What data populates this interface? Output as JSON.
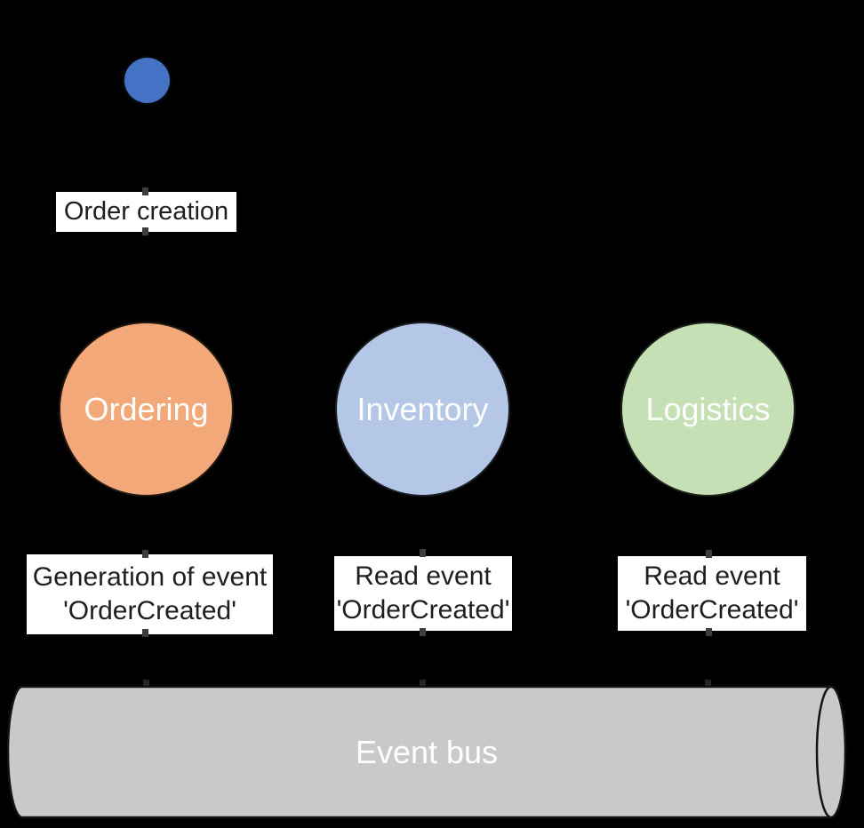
{
  "start": {
    "event_label": "Order creation",
    "circle_color": "#4472C4"
  },
  "services": [
    {
      "name": "Ordering",
      "color": "#F2A878",
      "caption_line1": "Generation of event",
      "caption_line2": "'OrderCreated'"
    },
    {
      "name": "Inventory",
      "color": "#B4C7E7",
      "caption_line1": "Read event",
      "caption_line2": "'OrderCreated'"
    },
    {
      "name": "Logistics",
      "color": "#C5E0B4",
      "caption_line1": "Read event",
      "caption_line2": "'OrderCreated'"
    }
  ],
  "event_bus": {
    "label": "Event bus",
    "color": "#C9C9C9",
    "outline_color": "#141414"
  },
  "colors": {
    "background": "#000000",
    "label_box_bg": "#FFFFFF",
    "label_text": "#1F1F1F",
    "circle_text": "#FFFFFF"
  }
}
